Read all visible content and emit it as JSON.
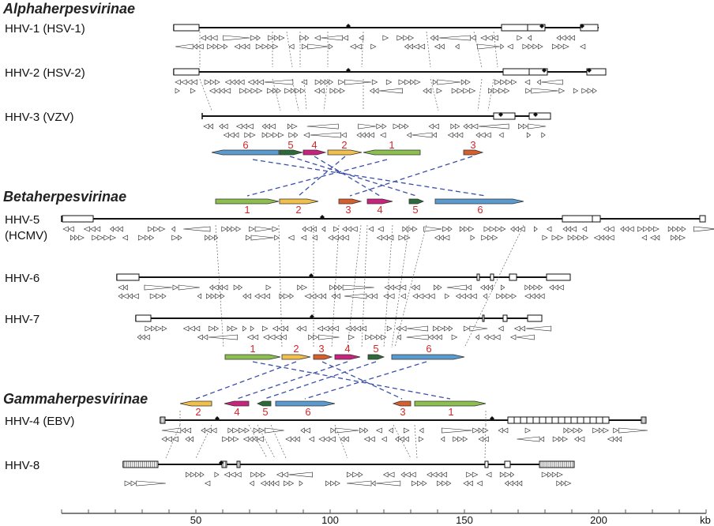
{
  "groups": [
    {
      "title": "Alphaherpesvirinae",
      "genomes": [
        {
          "label": "HHV-1 (HSV-1)"
        },
        {
          "label": "HHV-2 (HSV-2)"
        },
        {
          "label": "HHV-3 (VZV)"
        }
      ]
    },
    {
      "title": "Betaherpesvirinae",
      "genomes": [
        {
          "label": "HHV-5",
          "label2": "(HCMV)"
        },
        {
          "label": "HHV-6"
        },
        {
          "label": "HHV-7"
        }
      ]
    },
    {
      "title": "Gammaherpesvirinae",
      "genomes": [
        {
          "label": "HHV-4 (EBV)"
        },
        {
          "label": "HHV-8"
        }
      ]
    }
  ],
  "block_sets": [
    {
      "name": "alpha",
      "blocks": [
        "6",
        "5",
        "4",
        "2",
        "1",
        "3"
      ]
    },
    {
      "name": "beta-top",
      "blocks": [
        "1",
        "2",
        "3",
        "4",
        "5",
        "6"
      ]
    },
    {
      "name": "beta-bottom",
      "blocks": [
        "1",
        "2",
        "3",
        "4",
        "5",
        "6"
      ]
    },
    {
      "name": "gamma",
      "blocks": [
        "2",
        "4",
        "5",
        "6",
        "3",
        "1"
      ]
    }
  ],
  "block_colors": {
    "1": "#8dbf4f",
    "2": "#f1c04a",
    "3": "#d65f2c",
    "4": "#c8237f",
    "5": "#2d6a3a",
    "6": "#5a9bcf"
  },
  "axis": {
    "unit": "kb",
    "ticks": [
      "50",
      "100",
      "150",
      "200"
    ],
    "minor_step_kb": 10,
    "max_kb": 240
  },
  "colors": {
    "label_red": "#d0262a",
    "link_blue": "#3b4fa8"
  }
}
